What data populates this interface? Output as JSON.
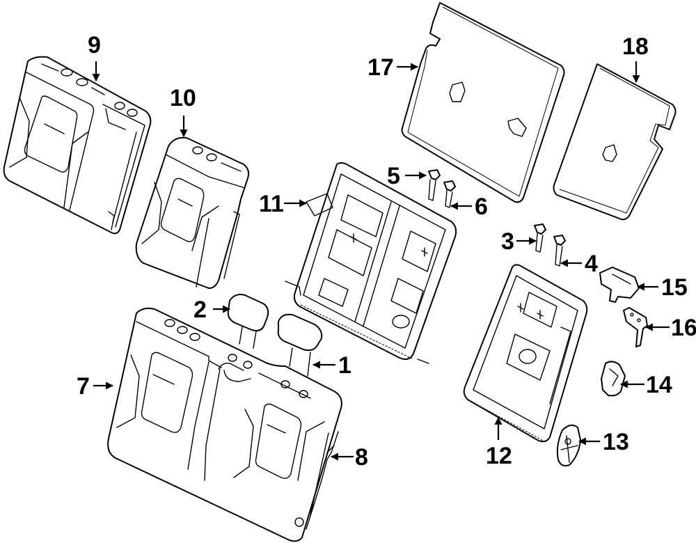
{
  "diagram": {
    "type": "exploded parts diagram",
    "subject": "rear seat components",
    "callouts": [
      {
        "number": "1",
        "part": "headrest-right"
      },
      {
        "number": "2",
        "part": "headrest-left"
      },
      {
        "number": "3",
        "part": "headrest-guide-a"
      },
      {
        "number": "4",
        "part": "headrest-guide-b"
      },
      {
        "number": "5",
        "part": "headrest-guide-c"
      },
      {
        "number": "6",
        "part": "headrest-guide-d"
      },
      {
        "number": "7",
        "part": "seat-back-cover-assembly"
      },
      {
        "number": "8",
        "part": "seat-back-side-trim"
      },
      {
        "number": "9",
        "part": "seat-back-cover-left"
      },
      {
        "number": "10",
        "part": "seat-back-cover-right"
      },
      {
        "number": "11",
        "part": "large-seat-back-frame-bracket"
      },
      {
        "number": "12",
        "part": "small-seat-back-frame"
      },
      {
        "number": "13",
        "part": "pivot-cover"
      },
      {
        "number": "14",
        "part": "latch-cover"
      },
      {
        "number": "15",
        "part": "latch-bracket"
      },
      {
        "number": "16",
        "part": "striker-bracket"
      },
      {
        "number": "17",
        "part": "large-back-panel"
      },
      {
        "number": "18",
        "part": "small-back-panel"
      }
    ]
  }
}
